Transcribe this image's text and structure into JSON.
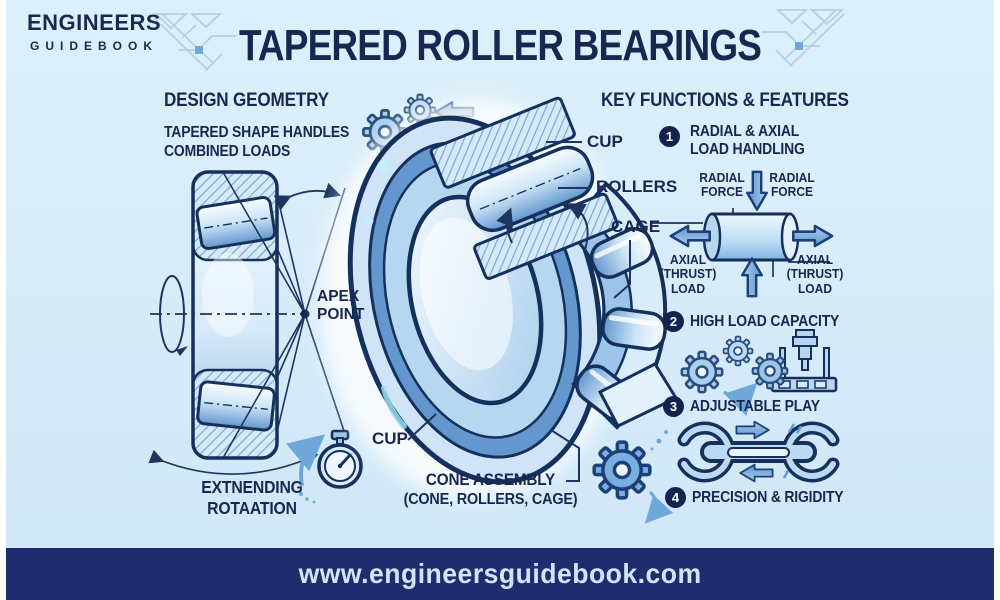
{
  "brand": {
    "line1": "ENGINEERS",
    "line2": "GUIDEBOOK"
  },
  "title": "TAPERED ROLLER BEARINGS",
  "left": {
    "heading": "DESIGN GEOMETRY",
    "sub1": "TAPERED SHAPE HANDLES",
    "sub2": "COMBINED LOADS",
    "apex1": "APEX",
    "apex2": "POINT",
    "cap1": "EXTNENDING",
    "cap2": "ROTAATION"
  },
  "center": {
    "cup_top": "CUP",
    "rollers": "ROLLERS",
    "cage": "CAGE",
    "cup_bottom": "CUP",
    "cone1": "CONE ASSEMBLY",
    "cone2": "(CONE, ROLLERS, CAGE)"
  },
  "right": {
    "heading": "KEY FUNCTIONS & FEATURES",
    "features": [
      {
        "num": "1",
        "line1": "RADIAL & AXIAL",
        "line2": "LOAD HANDLING"
      },
      {
        "num": "2",
        "line1": "HIGH LOAD CAPACITY"
      },
      {
        "num": "3",
        "line1": "ADJUSTABLE PLAY"
      },
      {
        "num": "4",
        "line1": "PRECISION & RIGIDITY"
      }
    ],
    "force": {
      "radial1": "RADIAL",
      "radial2": "FORCE",
      "axial1": "AXIAL",
      "axial2": "(THRUST)",
      "axial3": "LOAD"
    }
  },
  "footer": {
    "url": "www.engineersguidebook.com"
  },
  "colors": {
    "background": "#d8ecf9",
    "navy_text": "#18274f",
    "line_navy": "#1d3560",
    "accent_blue": "#6fa8d8",
    "banner": "#1f2c6e",
    "banner_text": "#cde7f9"
  }
}
